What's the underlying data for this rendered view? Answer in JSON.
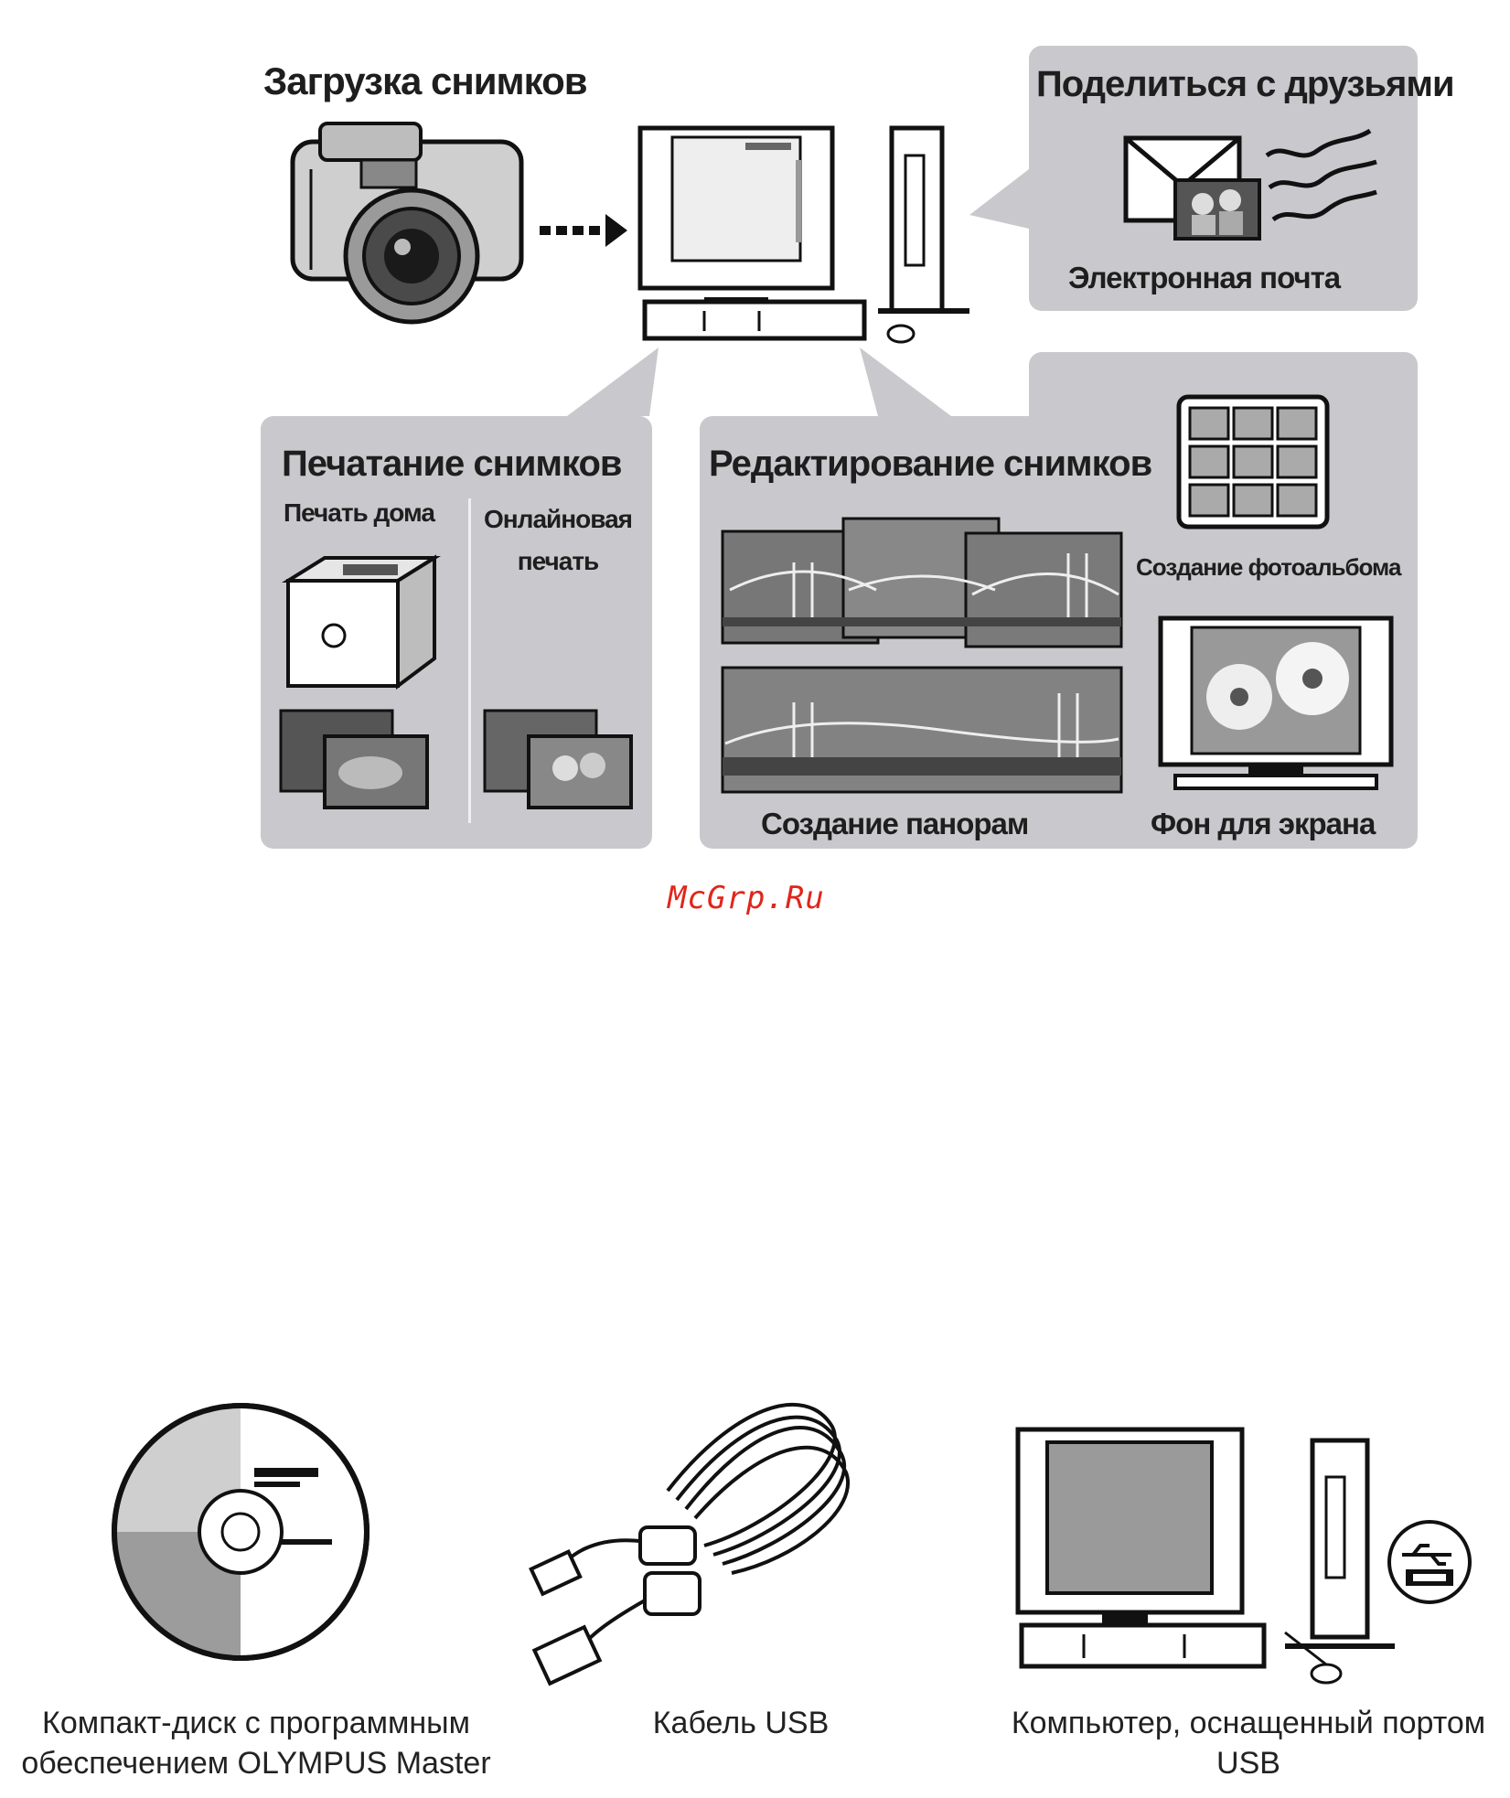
{
  "diagram": {
    "download_title": "Загрузка снимков",
    "share": {
      "title": "Поделиться с друзьями",
      "email": "Электронная почта"
    },
    "print": {
      "title": "Печатание снимков",
      "home": "Печать дома",
      "online": "Онлайновая печать"
    },
    "edit": {
      "title": "Редактирование снимков",
      "album": "Создание фотоальбома",
      "panorama": "Создание панорам",
      "wallpaper": "Фон для экрана"
    }
  },
  "watermark": "McGrp.Ru",
  "items": [
    {
      "caption": "Компакт-диск с программным обеспечением OLYMPUS Master"
    },
    {
      "caption": "Кабель USB"
    },
    {
      "caption": "Компьютер, оснащенный портом USB"
    }
  ],
  "colors": {
    "panel": "#c9c9cd",
    "watermark": "#e0261b",
    "ink": "#1e1e1e"
  }
}
